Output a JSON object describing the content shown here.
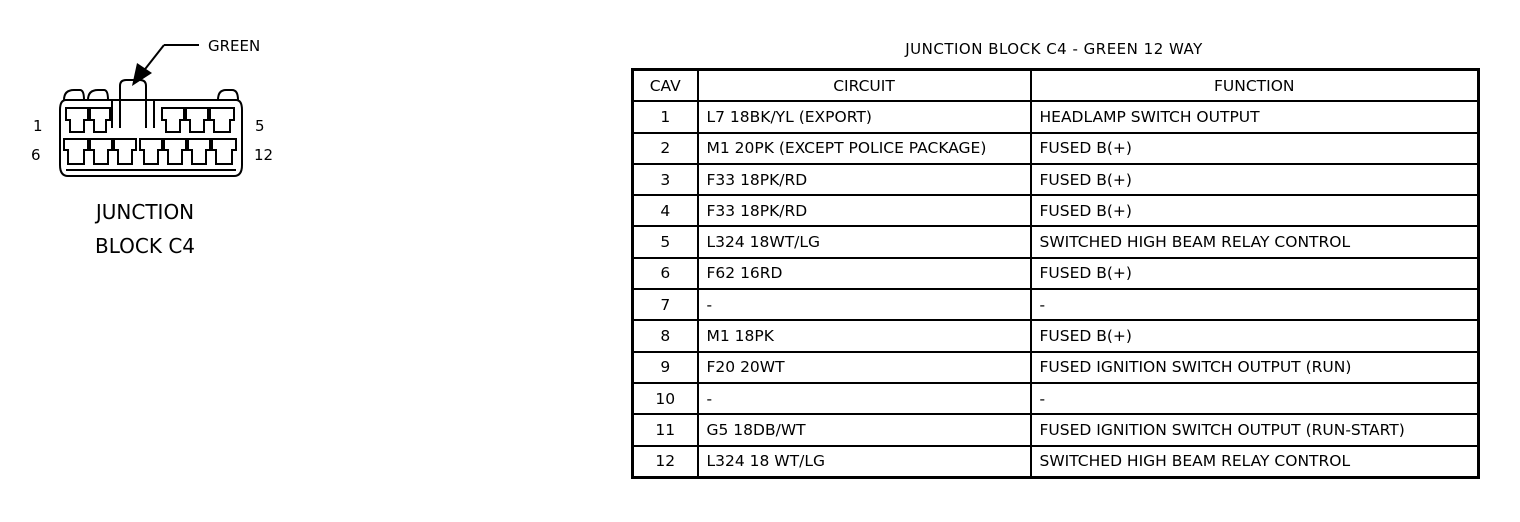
{
  "connector": {
    "color_label": "GREEN",
    "pin_labels": {
      "top_left": "1",
      "top_right": "5",
      "bottom_left": "6",
      "bottom_right": "12"
    },
    "title_line1": "JUNCTION",
    "title_line2": "BLOCK C4"
  },
  "table": {
    "title": "JUNCTION BLOCK C4 - GREEN 12 WAY",
    "headers": {
      "cav": "CAV",
      "circuit": "CIRCUIT",
      "function": "FUNCTION"
    },
    "rows": [
      {
        "cav": "1",
        "circuit": "L7 18BK/YL (EXPORT)",
        "function": "HEADLAMP SWITCH OUTPUT"
      },
      {
        "cav": "2",
        "circuit": "M1 20PK (EXCEPT POLICE PACKAGE)",
        "function": "FUSED B(+)"
      },
      {
        "cav": "3",
        "circuit": "F33 18PK/RD",
        "function": "FUSED B(+)"
      },
      {
        "cav": "4",
        "circuit": "F33 18PK/RD",
        "function": "FUSED B(+)"
      },
      {
        "cav": "5",
        "circuit": "L324 18WT/LG",
        "function": "SWITCHED HIGH BEAM RELAY CONTROL"
      },
      {
        "cav": "6",
        "circuit": "F62 16RD",
        "function": "FUSED B(+)"
      },
      {
        "cav": "7",
        "circuit": "-",
        "function": "-"
      },
      {
        "cav": "8",
        "circuit": "M1 18PK",
        "function": "FUSED B(+)"
      },
      {
        "cav": "9",
        "circuit": "F20 20WT",
        "function": "FUSED IGNITION SWITCH OUTPUT (RUN)"
      },
      {
        "cav": "10",
        "circuit": "-",
        "function": "-"
      },
      {
        "cav": "11",
        "circuit": "G5 18DB/WT",
        "function": "FUSED IGNITION SWITCH OUTPUT (RUN-START)"
      },
      {
        "cav": "12",
        "circuit": "L324 18 WT/LG",
        "function": "SWITCHED HIGH BEAM RELAY CONTROL"
      }
    ]
  }
}
